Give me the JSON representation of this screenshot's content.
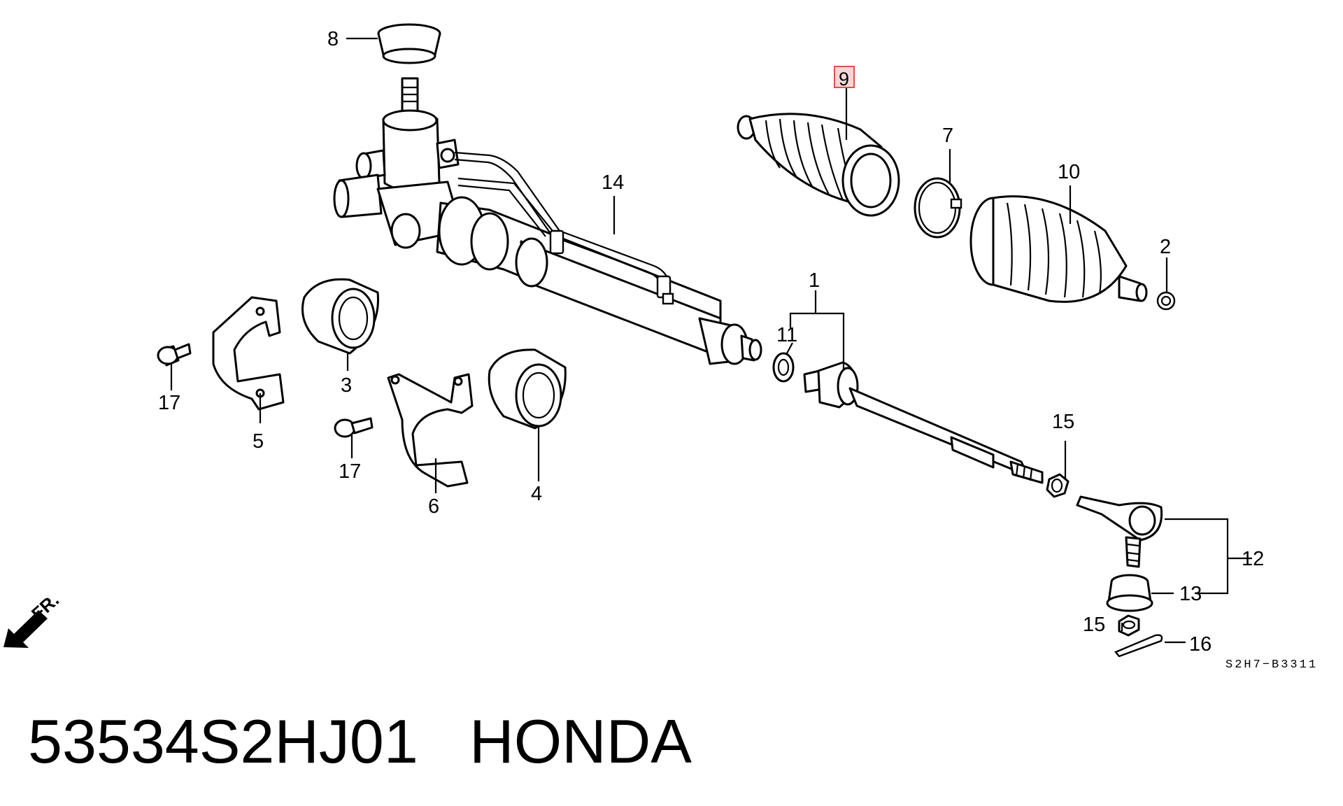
{
  "caption": {
    "part_number": "53534S2HJ01",
    "brand": "HONDA"
  },
  "diagram": {
    "code": "S2H7−B3311",
    "direction_label": "FR.",
    "selected_callout": "9",
    "callouts": {
      "c1": "1",
      "c2": "2",
      "c3": "3",
      "c4": "4",
      "c5": "5",
      "c6": "6",
      "c7": "7",
      "c8": "8",
      "c9": "9",
      "c10": "10",
      "c11": "11",
      "c12": "12",
      "c13": "13",
      "c14": "14",
      "c15a": "15",
      "c15b": "15",
      "c16": "16",
      "c17a": "17",
      "c17b": "17"
    }
  },
  "colors": {
    "ink": "#000000",
    "paper": "#ffffff",
    "highlight": "#e0504a",
    "highlight_fill": "#f6d6d4"
  }
}
